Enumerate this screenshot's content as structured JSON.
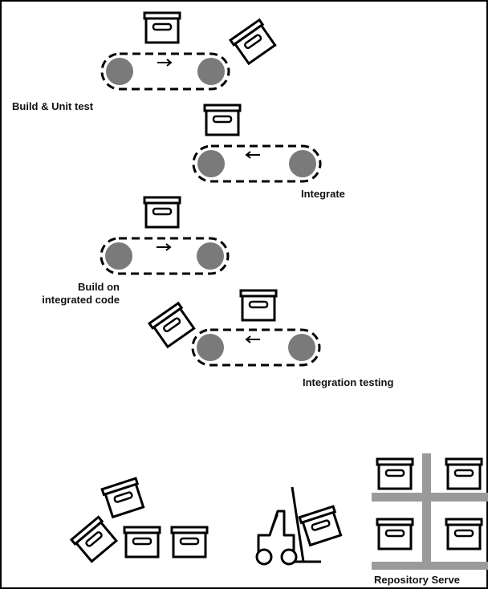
{
  "diagram": {
    "stages": [
      {
        "label": "Build & Unit test",
        "direction": "right"
      },
      {
        "label": "Integrate",
        "direction": "left"
      },
      {
        "label_lines": [
          "Build on",
          "integrated code"
        ],
        "direction": "right"
      },
      {
        "label": "Integration testing",
        "direction": "left"
      }
    ],
    "repository": {
      "label": "Repository Serve"
    },
    "colors": {
      "line": "#000000",
      "roller": "#7a7a7a",
      "shelf": "#9a9a9a",
      "background": "#ffffff"
    },
    "icons": [
      "box-icon",
      "conveyor-belt-icon",
      "forklift-icon",
      "storage-rack-icon"
    ]
  }
}
